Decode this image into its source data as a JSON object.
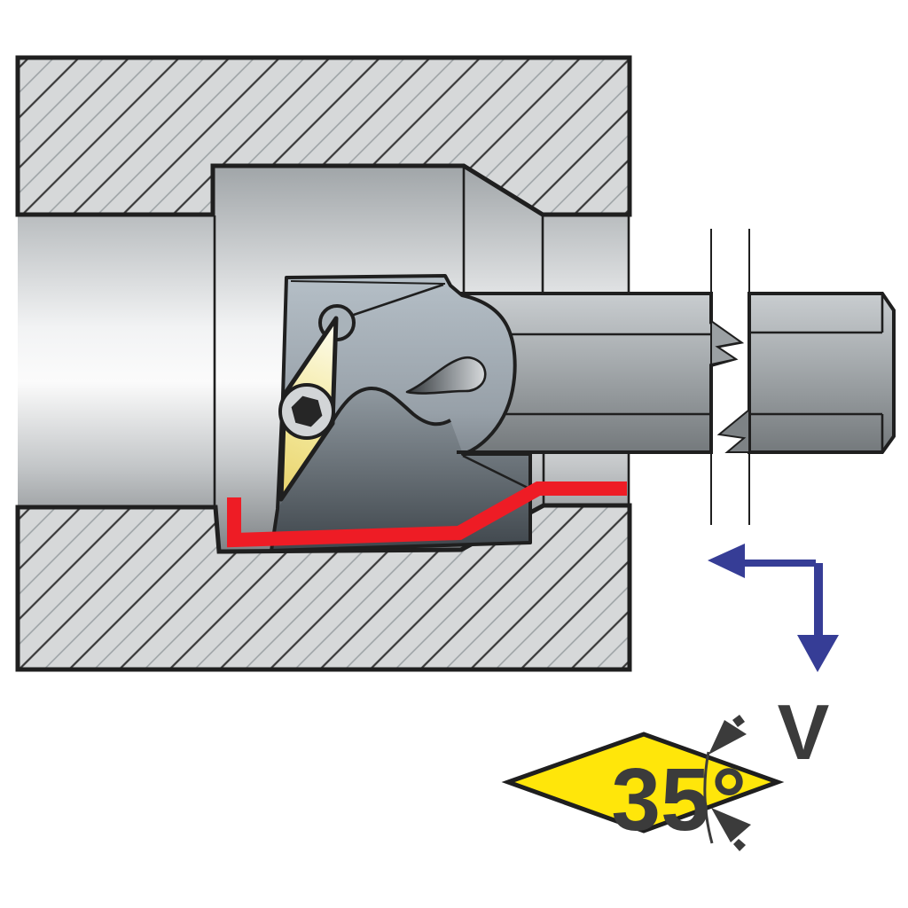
{
  "figure": {
    "kind": "internal-turning-tool-diagram",
    "labels": {
      "insert_shape_code": "V",
      "insert_point_angle_value": "35",
      "insert_point_angle_unit": "°"
    },
    "colors": {
      "toolpath": "#ee1c25",
      "feed_arrows": "#363d96",
      "insert_diagram": "#ffe60a",
      "ink": "#3b3b3b",
      "outline": "#1f1f1f",
      "insert_gold_light": "#fdfcee",
      "insert_gold_dark": "#e8d26a"
    },
    "icons": {
      "feed-direction-icon": "L-shaped arrows (left, then down)",
      "break-symbol-icon": "double break lines with jagged tears",
      "angle-arrows-icon": "arc with two pointer arrows",
      "hex-socket-icon": "hexagon in circle"
    }
  }
}
